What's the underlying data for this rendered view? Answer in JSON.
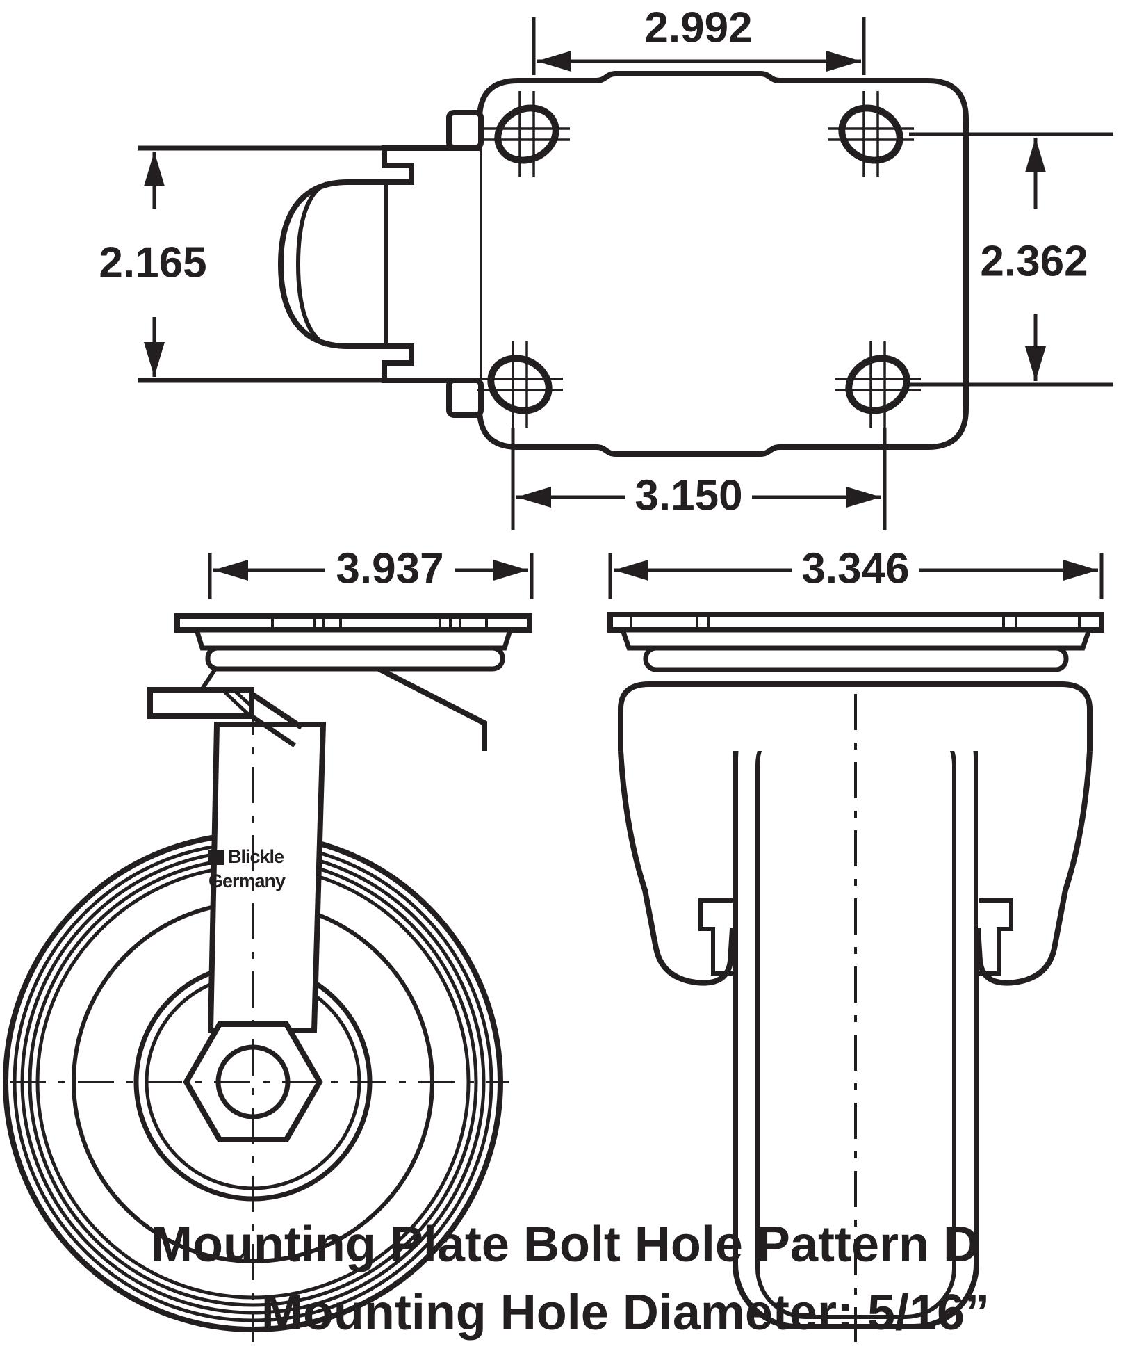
{
  "diagram": {
    "ink_color": "#231f20",
    "background_color": "#ffffff",
    "caption": {
      "line1": "Mounting Plate Bolt Hole Pattern D",
      "line2": "Mounting Hole Diameter: 5/16”"
    },
    "top_view": {
      "dim_top_width": "2.992",
      "dim_left_height": "2.165",
      "dim_right_height": "2.362",
      "dim_bottom_width": "3.150"
    },
    "side_view": {
      "dim_overall_length": "3.937",
      "logo": {
        "line1": "Blickle",
        "line2": "Germany"
      }
    },
    "front_view": {
      "dim_overall_width": "3.346"
    }
  }
}
